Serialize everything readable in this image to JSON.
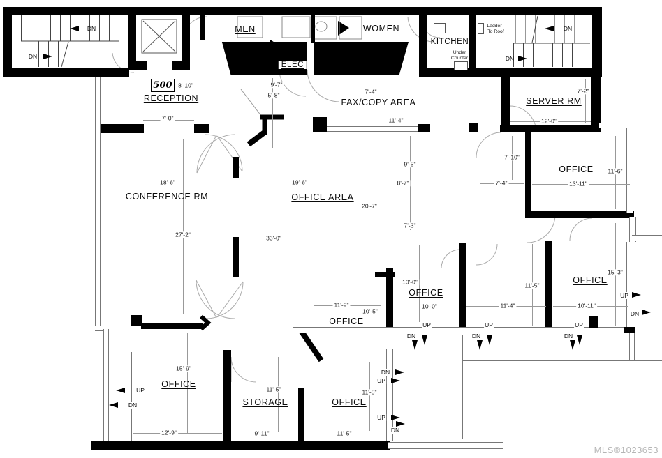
{
  "watermark": "MLS®1023653",
  "colors": {
    "wall": "#000000",
    "line": "#999999",
    "text": "#1a1a1a",
    "watermark": "#b5b5b5",
    "background": "#ffffff"
  },
  "labels": {
    "suite": "500",
    "reception": "RECEPTION",
    "men": "MEN",
    "women": "WOMEN",
    "elec": "ELEC",
    "kitchen": "KITCHEN",
    "under_counter_1": "Under",
    "under_counter_2": "Counter",
    "ladder_1": "Ladder",
    "ladder_2": "To Roof",
    "server": "SERVER RM",
    "fax": "FAX/COPY AREA",
    "conference": "CONFERENCE RM",
    "office_area": "OFFICE AREA",
    "office": "OFFICE",
    "storage": "STORAGE"
  },
  "markers": {
    "up": "UP",
    "dn": "DN"
  },
  "dims": {
    "reception_h": "8'-10\"",
    "reception_w": "7'-0\"",
    "corridor_w": "9'-7\"",
    "corridor_h": "5'-8\"",
    "fax_h": "7'-4\"",
    "fax_w": "11'-4\"",
    "server_h": "7'-2\"",
    "server_w": "12'-0\"",
    "conf_w": "18'-6\"",
    "conf_h": "27'-2\"",
    "oa_w": "19'-6\"",
    "oa_h": "33'-0\"",
    "oa_h2": "20'-7\"",
    "oa_box_h": "9'-5\"",
    "oa_box_w": "8'-7\"",
    "oa_box_h2": "7'-3\"",
    "ne_h": "7'-10\"",
    "ne_w2": "7'-4\"",
    "ne_w": "13'-11\"",
    "ne_h2": "11'-6\"",
    "mid_h": "10'-0\"",
    "mid_w": "10'-0\"",
    "e_h": "11'-5\"",
    "e_w": "11'-4\"",
    "se_h": "15'-3\"",
    "se_w": "10'-11\"",
    "diag_w": "11'-9\"",
    "diag_w2": "10'-5\"",
    "sw_h": "15'-9\"",
    "sw_w": "12'-9\"",
    "st_h": "11'-5\"",
    "st_w": "9'-11\"",
    "s_h": "11'-5\"",
    "s_w": "11'-5\""
  }
}
